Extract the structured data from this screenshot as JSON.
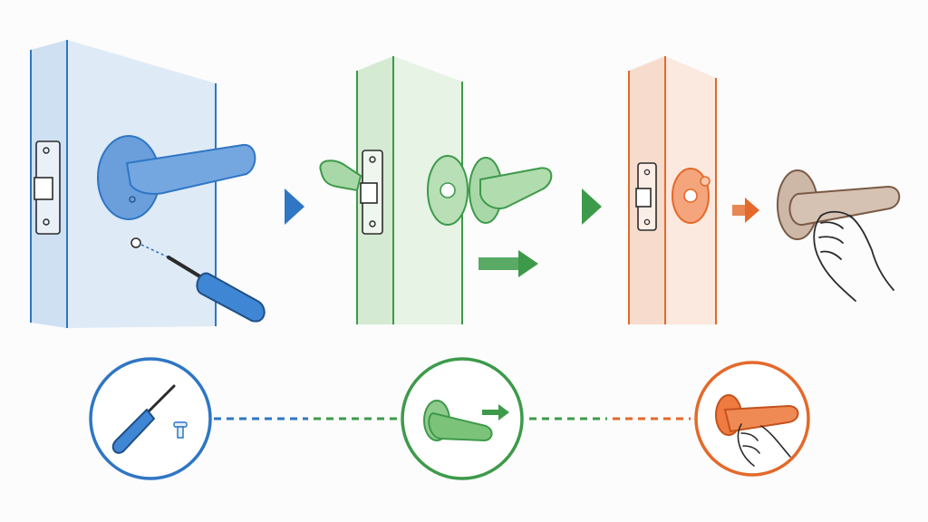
{
  "diagram": {
    "steps": [
      {
        "id": "remove-screws",
        "color": "#2f76c4",
        "fill": "#dbe8f6",
        "part": "#6a9fdc",
        "icon": "screwdriver-icon"
      },
      {
        "id": "pull-handle",
        "color": "#3d9a4a",
        "fill": "#e3f1e2",
        "part": "#a9d8a8",
        "icon": "lever-handle-icon"
      },
      {
        "id": "fit-new-handle",
        "color": "#e4692a",
        "fill": "#fbe4d8",
        "part": "#f08a55",
        "icon": "hand-grip-icon"
      }
    ],
    "accent_handle": "#cdb8a7",
    "accent_handle_stroke": "#7a5a45",
    "ink": "#2b2b2b"
  }
}
